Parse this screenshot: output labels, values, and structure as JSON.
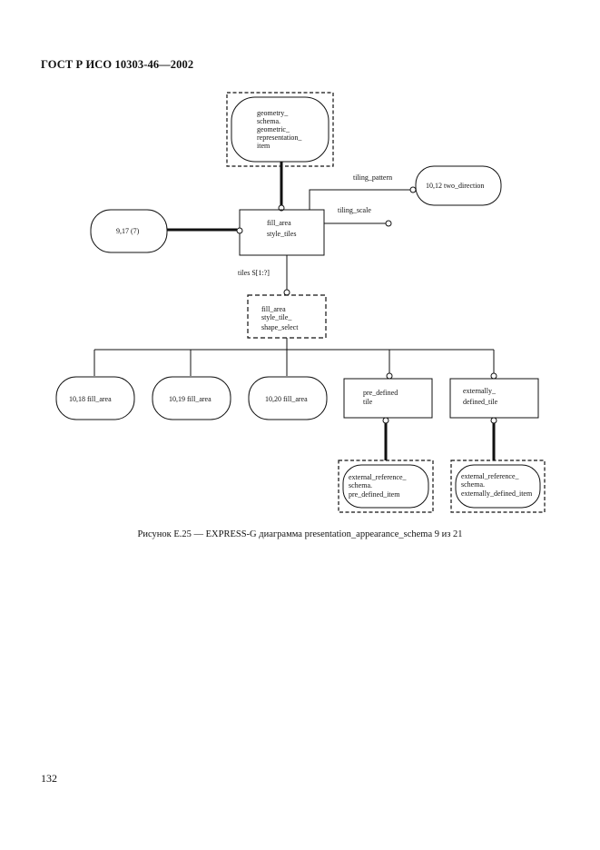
{
  "header": {
    "standard": "ГОСТ Р ИСО 10303-46—2002"
  },
  "diagram": {
    "geometry_ref": [
      "geometry_",
      "schema.",
      "geometric_",
      "representation_",
      "item"
    ],
    "fill_area_style_tiles": [
      "fill_area",
      "style_tiles"
    ],
    "tiling_pattern_label": "tiling_pattern",
    "tiling_scale_label": "tiling_scale",
    "two_direction_ref": "10,12 two_direction",
    "left_ref": "9,17 (7)",
    "tiles_label": "tiles S[1:?]",
    "style_tile_select": [
      "fill_area",
      "style_tile_",
      "shape_select"
    ],
    "fill_area_refs": [
      "10,18 fill_area",
      "10,19 fill_area",
      "10,20 fill_area"
    ],
    "pre_defined_tile": [
      "pre_defined",
      "tile"
    ],
    "externally_defined_tile": [
      "externally_",
      "defined_tile"
    ],
    "pre_defined_item_ref": [
      "external_reference_",
      "schema.",
      "pre_defined_item"
    ],
    "externally_defined_item_ref": [
      "external_reference_",
      "schema.",
      "externally_defined_item"
    ]
  },
  "caption": "Рисунок E.25 — EXPRESS-G диаграмма presentation_appearance_schema 9 из 21",
  "page_number": "132"
}
